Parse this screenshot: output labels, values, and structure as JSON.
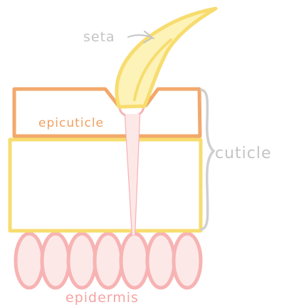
{
  "labels": {
    "seta": "seta",
    "epicuticle": "epicuticle",
    "cuticle": "cuticle",
    "epidermis": "epidermis"
  },
  "colors": {
    "seta_stroke": "#f7dc6f",
    "seta_fill": "#fdf3b8",
    "epicuticle_stroke": "#f2a86b",
    "epicuticle_text": "#f0a060",
    "procuticle_stroke": "#f7dc6f",
    "epidermis_stroke": "#f7b3b3",
    "epidermis_fill": "#fde8e8",
    "epidermis_text": "#f5a3a3",
    "bracket": "#cfcfcf",
    "label_gray": "#c4c4c4"
  },
  "cells": {
    "count": 7
  }
}
